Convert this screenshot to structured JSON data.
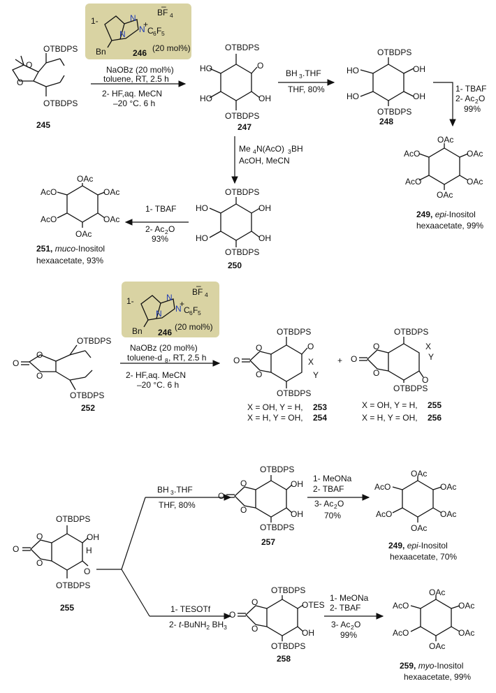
{
  "colors": {
    "background": "#ffffff",
    "catalyst_box": "#d9d3a3",
    "nitrogen": "#1f3bb3",
    "ink": "#111111"
  },
  "catalyst": {
    "label": "246",
    "prefix": "1-",
    "bn": "Bn",
    "loading": "(20 mol%)",
    "anion": "BF",
    "anion_sub": "4",
    "minus": "–",
    "plus": "+",
    "n_label": "N",
    "aryl": "C",
    "aryl_sub1": "6",
    "aryl_f": "F",
    "aryl_sub2": "5"
  },
  "groups": {
    "otbdps": "OTBDPS",
    "oh": "OH",
    "ho": "HO",
    "o": "O",
    "oac": "OAc",
    "aco": "AcO",
    "otes": "OTES",
    "h": "H",
    "x": "X",
    "y": "Y"
  },
  "compounds": {
    "c245": "245",
    "c247": "247",
    "c248": "248",
    "c249": "249,",
    "c249_name": "epi",
    "c249_suffix": "-Inositol",
    "c249_line2": "hexaacetate, 99%",
    "c250": "250",
    "c251": "251,",
    "c251_name": "muco",
    "c251_suffix": "-Inositol",
    "c251_line2": "hexaacetate, 93%",
    "c252": "252",
    "c253_line": "X = OH, Y = H,",
    "c253": "253",
    "c254_line": "X = H, Y = OH,",
    "c254": "254",
    "c255_line": "X = OH, Y = H,",
    "c255": "255",
    "c256_line": "X = H, Y = OH,",
    "c256": "256",
    "plus": "+",
    "c255b": "255",
    "c257": "257",
    "c249b": "249,",
    "c249b_name": "epi",
    "c249b_suffix": "-Inositol",
    "c249b_line2": "hexaacetate, 70%",
    "c258": "258",
    "c259": "259,",
    "c259_name": "myo",
    "c259_suffix": "-Inositol",
    "c259_line2": "hexaacetate, 99%"
  },
  "conditions": {
    "r1_l1": "NaOBz (20 mol%)",
    "r1_l2": "toluene, RT, 2.5 h",
    "r1_l3": "2- HF,aq. MeCN",
    "r1_l4": "–20 °C. 6 h",
    "r2_l1": "BH",
    "r2_l1_sub": "3",
    "r2_l1_tail": ".THF",
    "r2_l2": "THF, 80%",
    "r3_l1": "1- TBAF",
    "r3_l2": "2- Ac",
    "r3_l2_sub": "2",
    "r3_l2_tail": "O",
    "r3_l3": "99%",
    "r4_l1": "Me",
    "r4_l1_sub": "4",
    "r4_l1_tail": "N(AcO)",
    "r4_l1_sub2": "3",
    "r4_l1_tail2": "BH",
    "r4_l2": "AcOH, MeCN",
    "r5_l1": "1- TBAF",
    "r5_l2": "2- Ac",
    "r5_l2_sub": "2",
    "r5_l2_tail": "O",
    "r5_l3": "93%",
    "r6_l1": "NaOBz (20 mol%)",
    "r6_l2": "toluene-d",
    "r6_l2_sub": "8",
    "r6_l2_tail": ", RT, 2.5 h",
    "r6_l3": "2- HF,aq. MeCN",
    "r6_l4": "–20 °C. 6 h",
    "r7_l1": "BH",
    "r7_l1_sub": "3",
    "r7_l1_tail": ".THF",
    "r7_l2": "THF, 80%",
    "r8_l1": "1- MeONa",
    "r8_l2": "2- TBAF",
    "r8_l3": "3- Ac",
    "r8_l3_sub": "2",
    "r8_l3_tail": "O",
    "r8_l4": "70%",
    "r9_l1": "1- TESOTf",
    "r9_l2": "2- ",
    "r9_l2_it": "t",
    "r9_l2_tail": "-BuNH",
    "r9_l2_sub": "2",
    "r9_l2_tail2": " BH",
    "r9_l2_sub2": "3",
    "r10_l1": "1- MeONa",
    "r10_l2": "2- TBAF",
    "r10_l3": "3- Ac",
    "r10_l3_sub": "2",
    "r10_l3_tail": "O",
    "r10_l4": "99%"
  }
}
